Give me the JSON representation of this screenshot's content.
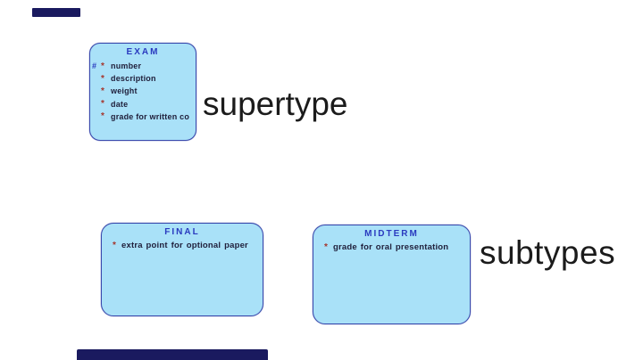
{
  "diagram": {
    "annotations": {
      "supertype": "supertype",
      "subtypes": "subtypes"
    },
    "entities": {
      "exam": {
        "title": "EXAM",
        "attributes": [
          {
            "pk": "#",
            "mandatory": "*",
            "name": "number"
          },
          {
            "pk": "",
            "mandatory": "*",
            "name": "description"
          },
          {
            "pk": "",
            "mandatory": "*",
            "name": "weight"
          },
          {
            "pk": "",
            "mandatory": "*",
            "name": "date"
          },
          {
            "pk": "",
            "mandatory": "*",
            "name": "grade for written co"
          }
        ]
      },
      "final": {
        "title": "FINAL",
        "attributes": [
          {
            "pk": "",
            "mandatory": "*",
            "name": "extra point for optional paper"
          }
        ]
      },
      "midterm": {
        "title": "MIDTERM",
        "attributes": [
          {
            "pk": "",
            "mandatory": "*",
            "name": "grade for oral presentation"
          }
        ]
      }
    },
    "colors": {
      "background": "#ffffff",
      "entity_fill": "#a9e1f8",
      "entity_border": "#3a4aad",
      "entity_title": "#2a3abf",
      "attribute_text": "#20203c",
      "mandatory_marker": "#a5352c",
      "pk_marker": "#2a3abf",
      "annotation_text": "#1b1b1b",
      "fragment_bar": "#1a1a5f"
    }
  }
}
